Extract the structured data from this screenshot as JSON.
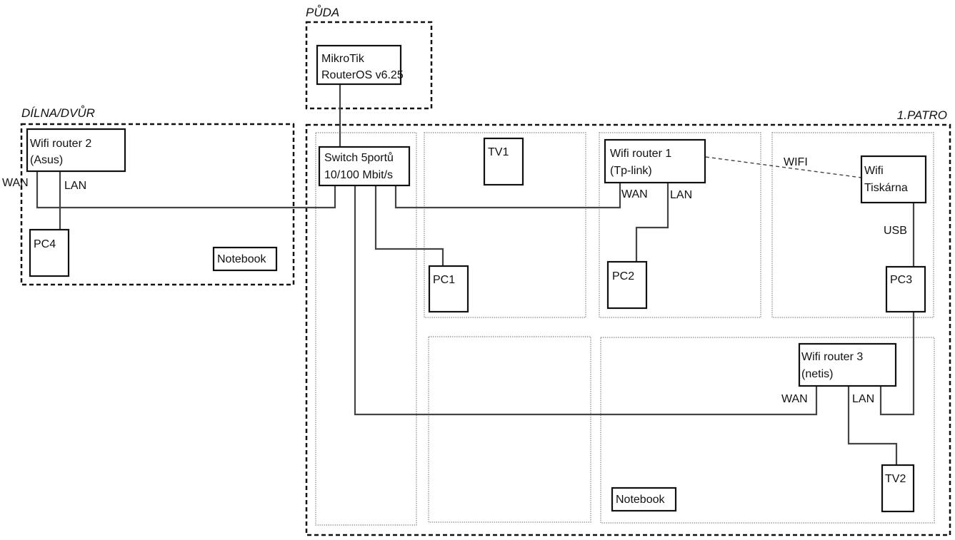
{
  "zones": {
    "puda": "PŮDA",
    "dilna": "DÍLNA/DVŮR",
    "patro": "1.PATRO"
  },
  "devices": {
    "mikrotik": [
      "MikroTik",
      "RouterOS v6.25"
    ],
    "switch": [
      "Switch 5portů",
      "10/100 Mbit/s"
    ],
    "router2": [
      "Wifi router 2",
      "(Asus)"
    ],
    "pc4": "PC4",
    "notebook1": "Notebook",
    "tv1": "TV1",
    "pc1": "PC1",
    "router1": [
      "Wifi router 1",
      "(Tp-link)"
    ],
    "pc2": "PC2",
    "printer": [
      "Wifi",
      "Tiskárna"
    ],
    "pc3": "PC3",
    "router3": [
      "Wifi router 3",
      "(netis)"
    ],
    "tv2": "TV2",
    "notebook2": "Notebook"
  },
  "port_labels": {
    "router2_wan": "WAN",
    "router2_lan": "LAN",
    "router1_wan": "WAN",
    "router1_lan": "LAN",
    "wifi_link": "WIFI",
    "usb_link": "USB",
    "router3_wan": "WAN",
    "router3_lan": "LAN"
  }
}
